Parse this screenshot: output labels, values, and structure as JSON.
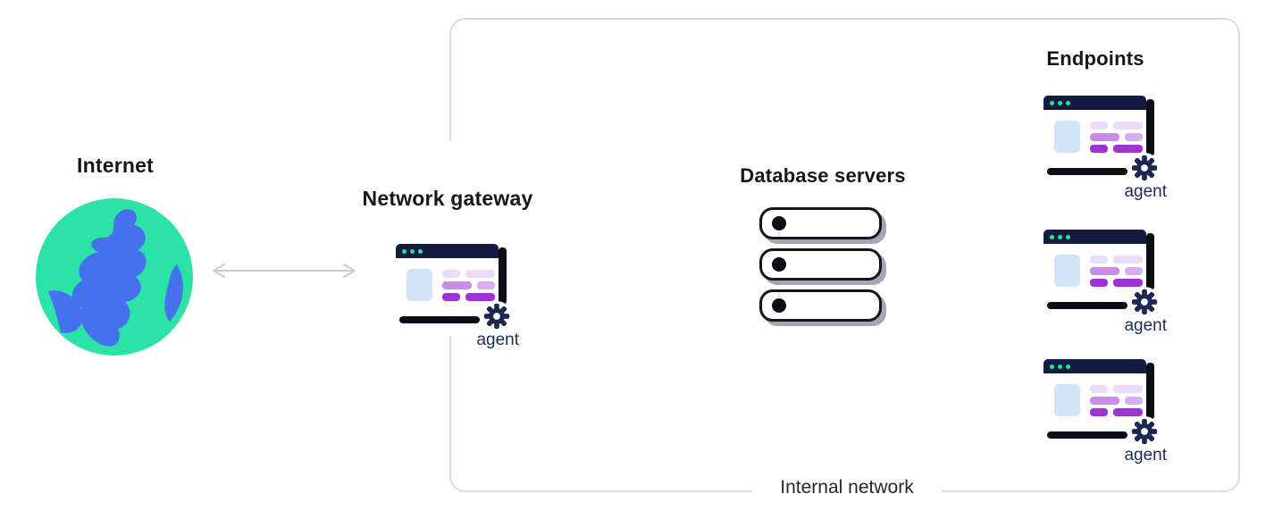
{
  "internet": {
    "label": "Internet"
  },
  "gateway": {
    "label": "Network gateway",
    "agent_label": "agent"
  },
  "internal_network": {
    "label": "Internal network"
  },
  "database_servers": {
    "label": "Database servers",
    "server_count": 3
  },
  "endpoints": {
    "label": "Endpoints",
    "items": [
      {
        "agent_label": "agent"
      },
      {
        "agent_label": "agent"
      },
      {
        "agent_label": "agent"
      }
    ]
  },
  "colors": {
    "globe_green": "#2be3a6",
    "globe_blue": "#4571ee",
    "titlebar_navy": "#131b41",
    "dot_teal": "#23e0a0",
    "pane_blue": "#cfe4f8",
    "bar_lavender": "#ebdcf7",
    "bar_purple_mid": "#c98ce5",
    "bar_purple_light_mid": "#d9aef0",
    "bar_purple_dark": "#a031d4",
    "ink_black": "#0c0e15",
    "gear_navy": "#1d2750",
    "agent_navy": "#1f2a5e",
    "border_gray": "#d9dbe4",
    "arrow_gray": "#c7cbd5",
    "shadow_gray": "#a3a7b2"
  }
}
